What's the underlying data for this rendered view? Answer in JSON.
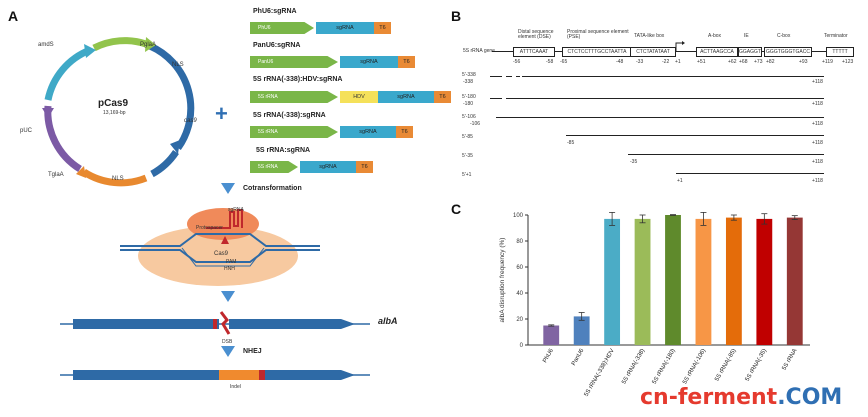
{
  "panels": {
    "a": "A",
    "b": "B",
    "c": "C"
  },
  "panel_a": {
    "plasmid_name": "pCas9",
    "plasmid_size": "13,169-bp",
    "plasmid_labels": {
      "amds": "amdS",
      "pglaa": "PglaA",
      "nls_top": "NLS",
      "cas9": "cas9",
      "nls_bottom": "NLS",
      "tglaa": "TglaA",
      "puc": "pUC"
    },
    "plus": "+",
    "constructs": [
      {
        "title": "PhU6:sgRNA",
        "promoter": "PhU6",
        "middle": "",
        "sgrna": "sgRNA",
        "term": "T6"
      },
      {
        "title": "PanU6:sgRNA",
        "promoter": "PanU6",
        "middle": "",
        "sgrna": "sgRNA",
        "term": "T6"
      },
      {
        "title": "5S rRNA(-338):HDV:sgRNA",
        "promoter": "5S rRNA",
        "middle": "HDV",
        "sgrna": "sgRNA",
        "term": "T6"
      },
      {
        "title": "5S rRNA(-338):sgRNA",
        "promoter": "5S rRNA",
        "middle": "",
        "sgrna": "sgRNA",
        "term": "T6"
      },
      {
        "title": "5S rRNA:sgRNA",
        "promoter": "5S rRNA",
        "middle": "",
        "sgrna": "sgRNA",
        "term": "T6"
      }
    ],
    "cotransformation": "Cotransformation",
    "cell_labels": {
      "sgrna": "sgRNA",
      "protospacer": "Protospacer",
      "cas9": "Cas9",
      "pam": "PAM",
      "hnh": "HNH"
    },
    "gene": "albA",
    "dsb": "DSB",
    "nhej": "NHEJ",
    "indel": "Indel"
  },
  "panel_b": {
    "gene_label": "5S rRNA gene",
    "elements": [
      {
        "name": "Distal sequence element (DSE)",
        "seq": "ATTTCAAAT",
        "start": "-56",
        "end": "-58"
      },
      {
        "name": "Proximal sequence element (PSE)",
        "seq": "CTCTCCTTTGCCTAATTA",
        "start": "-65",
        "end": "-48"
      },
      {
        "name": "TATA-like box",
        "seq": "CTCTATATAAT",
        "start": "-33",
        "end": "-22"
      },
      {
        "name": "A-box",
        "seq": "ACTTAAGCCA",
        "start": "+51",
        "end": "+62"
      },
      {
        "name": "IE",
        "seq": "GGAGGT",
        "start": "+68",
        "end": "+73"
      },
      {
        "name": "C-box",
        "seq": "GGGTGGGTGACC",
        "start": "+82",
        "end": "+93"
      },
      {
        "name": "Terminator",
        "seq": "TTTTT",
        "start": "+119",
        "end": "+123"
      }
    ],
    "tss": "+1",
    "deletions": [
      {
        "label": "5'-338",
        "start": "-338",
        "end": "+118"
      },
      {
        "label": "5'-180",
        "start": "-180",
        "end": "+118"
      },
      {
        "label": "5'-106",
        "start": "-106",
        "end": "+118"
      },
      {
        "label": "5'-85",
        "start": "-85",
        "end": "+118"
      },
      {
        "label": "5'-35",
        "start": "-35",
        "end": "+118"
      },
      {
        "label": "5'+1",
        "start": "+1",
        "end": "+118"
      }
    ]
  },
  "chart_data": {
    "type": "bar",
    "ylabel": "albA disruption frequency (%)",
    "ylim": [
      0,
      100
    ],
    "yticks": [
      0,
      20,
      40,
      60,
      80,
      100
    ],
    "categories": [
      "PhU6",
      "PanU6",
      "5S rRNA(-338):HDV",
      "5S rRNA(-338)",
      "5S rRNA(-180)",
      "5S rRNA(-106)",
      "5S rRNA(-85)",
      "5S rRNA(-35)",
      "5S rRNA"
    ],
    "values": [
      15,
      22,
      97,
      97,
      100,
      97,
      98,
      97,
      98
    ],
    "errors": [
      0.5,
      3,
      5,
      3,
      0.3,
      5,
      2,
      4,
      1.5
    ],
    "colors": [
      "#8064a2",
      "#4f81bd",
      "#4bacc6",
      "#9bbb59",
      "#5f8a2c",
      "#f79646",
      "#e46c0a",
      "#c00000",
      "#953735"
    ]
  },
  "watermark": {
    "text1": "cn-ferment",
    "text2": ".COM",
    "color1": "#e53a2e",
    "color2": "#2f6fb3"
  }
}
